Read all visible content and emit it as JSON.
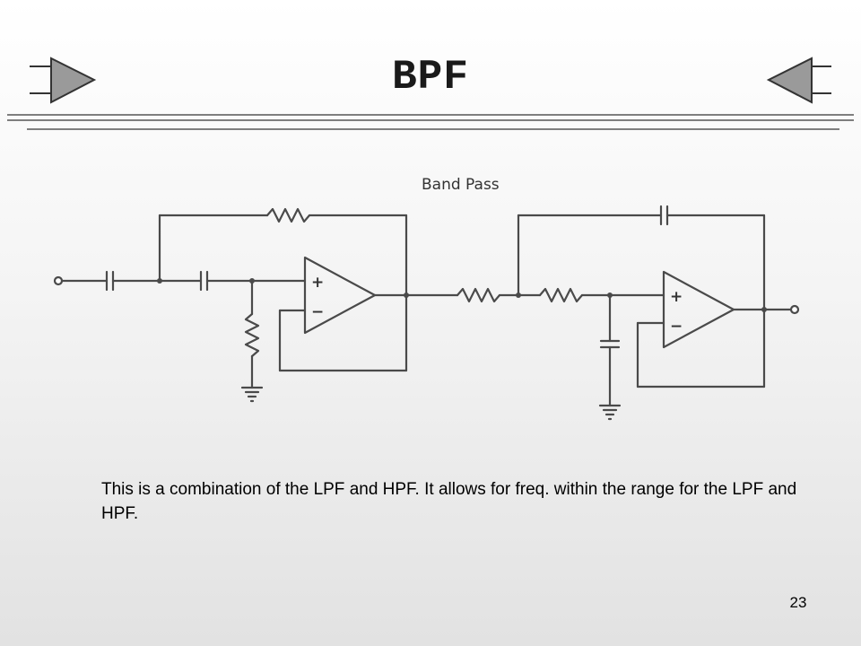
{
  "slide": {
    "title": "BPF",
    "page_number": "23"
  },
  "navigation": {
    "prev_icon": "triangle-right-arrow-icon",
    "next_icon": "triangle-left-arrow-icon",
    "arrow_color": "#999999"
  },
  "diagram": {
    "label": "Band Pass",
    "op_amp_plus": "+",
    "op_amp_minus": "−"
  },
  "body": {
    "text": "This is a combination of the LPF and HPF. It allows for freq. within the range for the LPF and HPF."
  }
}
